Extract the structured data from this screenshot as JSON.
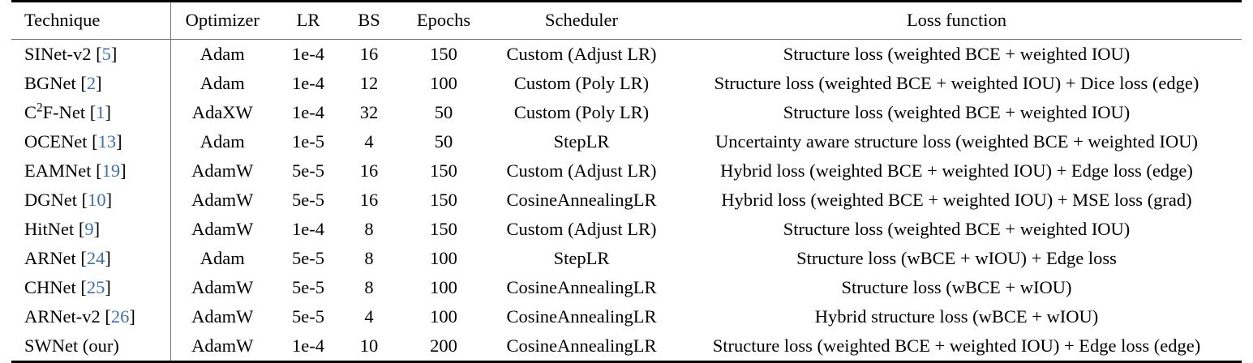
{
  "table": {
    "columns": [
      {
        "key": "technique",
        "label": "Technique"
      },
      {
        "key": "optimizer",
        "label": "Optimizer"
      },
      {
        "key": "lr",
        "label": "LR"
      },
      {
        "key": "bs",
        "label": "BS"
      },
      {
        "key": "epochs",
        "label": "Epochs"
      },
      {
        "key": "scheduler",
        "label": "Scheduler"
      },
      {
        "key": "loss",
        "label": "Loss function"
      }
    ],
    "colors": {
      "citation": "#3c6fb4",
      "text": "#000000",
      "rule_heavy": "#000000",
      "rule_light": "#6d6d6d"
    },
    "rows": [
      {
        "technique_name": "SINet-v2",
        "technique_citation": "5",
        "optimizer": "Adam",
        "lr": "1e-4",
        "bs": "16",
        "epochs": "150",
        "scheduler": "Custom (Adjust LR)",
        "loss": "Structure loss (weighted BCE + weighted IOU)"
      },
      {
        "technique_name": "BGNet",
        "technique_citation": "2",
        "optimizer": "Adam",
        "lr": "1e-4",
        "bs": "12",
        "epochs": "100",
        "scheduler": "Custom (Poly LR)",
        "loss": "Structure loss (weighted BCE + weighted IOU) + Dice loss (edge)"
      },
      {
        "technique_name": "C2F-Net",
        "technique_superscript": "2",
        "technique_prefix": "C",
        "technique_suffix": "F-Net",
        "technique_citation": "1",
        "optimizer": "AdaXW",
        "lr": "1e-4",
        "bs": "32",
        "epochs": "50",
        "scheduler": "Custom (Poly LR)",
        "loss": "Structure loss (weighted BCE + weighted IOU)"
      },
      {
        "technique_name": "OCENet",
        "technique_citation": "13",
        "optimizer": "Adam",
        "lr": "1e-5",
        "bs": "4",
        "epochs": "50",
        "scheduler": "StepLR",
        "loss": "Uncertainty aware structure loss (weighted BCE + weighted IOU)"
      },
      {
        "technique_name": "EAMNet",
        "technique_citation": "19",
        "optimizer": "AdamW",
        "lr": "5e-5",
        "bs": "16",
        "epochs": "150",
        "scheduler": "Custom (Adjust LR)",
        "loss": "Hybrid loss (weighted BCE + weighted IOU) + Edge loss (edge)"
      },
      {
        "technique_name": "DGNet",
        "technique_citation": "10",
        "optimizer": "AdamW",
        "lr": "5e-5",
        "bs": "16",
        "epochs": "150",
        "scheduler": "CosineAnnealingLR",
        "loss": "Hybrid loss (weighted BCE + weighted IOU) + MSE loss (grad)"
      },
      {
        "technique_name": "HitNet",
        "technique_citation": "9",
        "optimizer": "AdamW",
        "lr": "1e-4",
        "bs": "8",
        "epochs": "150",
        "scheduler": "Custom (Adjust LR)",
        "loss": "Structure loss (weighted BCE + weighted IOU)"
      },
      {
        "technique_name": "ARNet",
        "technique_citation": "24",
        "optimizer": "Adam",
        "lr": "5e-5",
        "bs": "8",
        "epochs": "100",
        "scheduler": "StepLR",
        "loss": "Structure loss (wBCE + wIOU) + Edge loss"
      },
      {
        "technique_name": "CHNet",
        "technique_citation": "25",
        "optimizer": "AdamW",
        "lr": "5e-5",
        "bs": "8",
        "epochs": "100",
        "scheduler": "CosineAnnealingLR",
        "loss": "Structure loss (wBCE + wIOU)"
      },
      {
        "technique_name": "ARNet-v2",
        "technique_citation": "26",
        "optimizer": "AdamW",
        "lr": "5e-5",
        "bs": "4",
        "epochs": "100",
        "scheduler": "CosineAnnealingLR",
        "loss": "Hybrid structure loss (wBCE + wIOU)"
      },
      {
        "technique_name": "SWNet (our)",
        "technique_citation": null,
        "optimizer": "AdamW",
        "lr": "1e-4",
        "bs": "10",
        "epochs": "200",
        "scheduler": "CosineAnnealingLR",
        "loss": "Structure loss (weighted BCE + weighted IOU) + Edge loss (edge)"
      }
    ]
  }
}
